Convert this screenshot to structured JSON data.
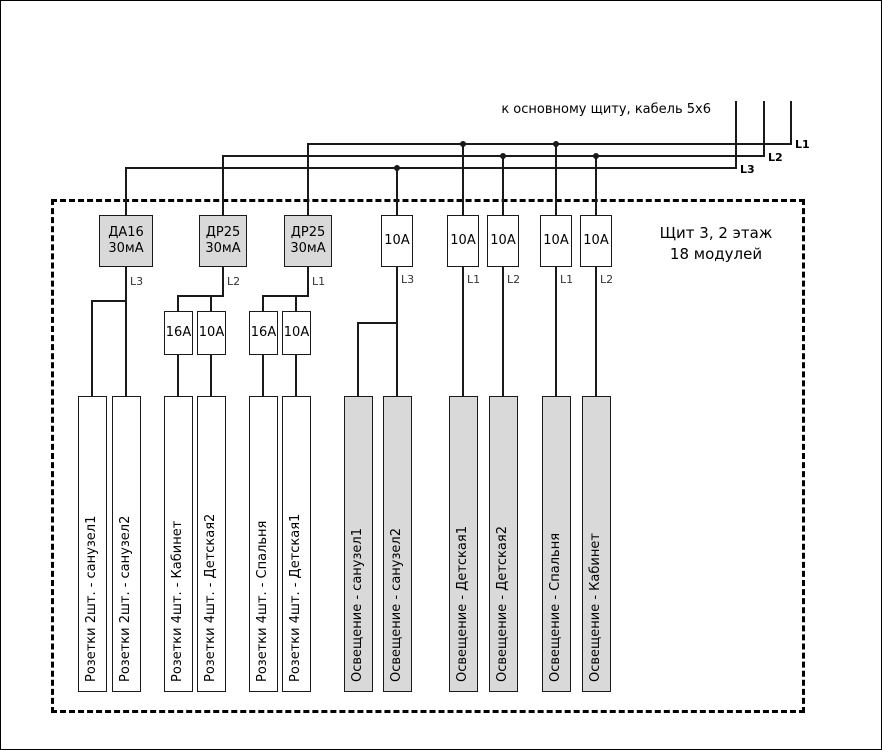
{
  "feeder": {
    "label": "к основному щиту, кабель 5x6",
    "phase_labels": [
      "L1",
      "L2",
      "L3"
    ]
  },
  "panel": {
    "title_line1": "Щит 3, 2 этаж",
    "title_line2": "18 модулей"
  },
  "main_breakers": [
    {
      "line1": "ДА16",
      "line2": "30мА",
      "phase": "L3"
    },
    {
      "line1": "ДР25",
      "line2": "30мА",
      "phase": "L2"
    },
    {
      "line1": "ДР25",
      "line2": "30мА",
      "phase": "L1"
    },
    {
      "line1": "10А",
      "phase": "L3"
    },
    {
      "line1": "10А",
      "phase": "L1"
    },
    {
      "line1": "10А",
      "phase": "L2"
    },
    {
      "line1": "10А",
      "phase": "L1"
    },
    {
      "line1": "10А",
      "phase": "L2"
    }
  ],
  "sub_breakers": [
    {
      "label": "16А"
    },
    {
      "label": "10А"
    },
    {
      "label": "16А"
    },
    {
      "label": "10А"
    }
  ],
  "loads": [
    {
      "label": "Розетки 2шт. - санузел1",
      "type": "sockets"
    },
    {
      "label": "Розетки 2шт. - санузел2",
      "type": "sockets"
    },
    {
      "label": "Розетки 4шт. - Кабинет",
      "type": "sockets"
    },
    {
      "label": "Розетки 4шт. - Детская2",
      "type": "sockets"
    },
    {
      "label": "Розетки 4шт. - Спальня",
      "type": "sockets"
    },
    {
      "label": "Розетки 4шт. - Детская1",
      "type": "sockets"
    },
    {
      "label": "Освещение - санузел1",
      "type": "lighting"
    },
    {
      "label": "Освещение - санузел2",
      "type": "lighting"
    },
    {
      "label": "Освещение - Детская1",
      "type": "lighting"
    },
    {
      "label": "Освещение - Детская2",
      "type": "lighting"
    },
    {
      "label": "Освещение - Спальня",
      "type": "lighting"
    },
    {
      "label": "Освещение - Кабинет",
      "type": "lighting"
    }
  ],
  "colors": {
    "device_fill": "#d9d9d9",
    "lighting_fill": "#d9d9d9",
    "wire": "#1a1a1a",
    "background": "#ffffff"
  }
}
